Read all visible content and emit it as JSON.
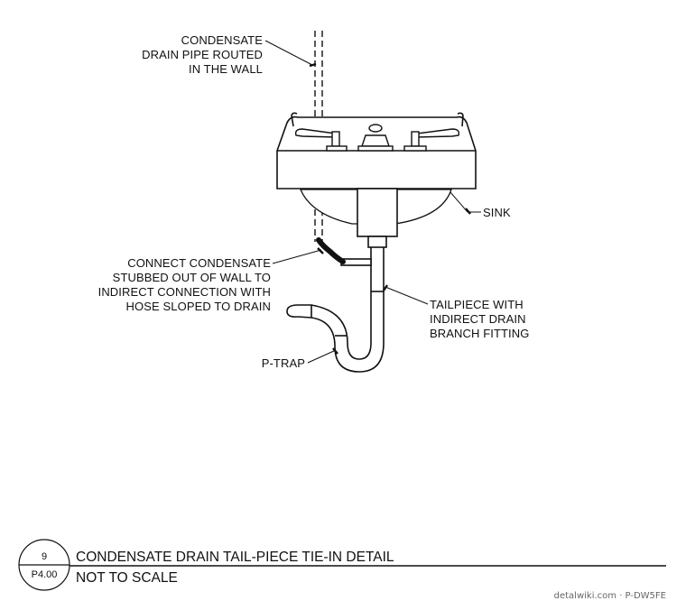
{
  "labels": {
    "condensate_pipe": [
      "CONDENSATE",
      "DRAIN PIPE ROUTED",
      "IN THE WALL"
    ],
    "sink": [
      "SINK"
    ],
    "connect": [
      "CONNECT CONDENSATE",
      "STUBBED OUT OF WALL TO",
      "INDIRECT CONNECTION WITH",
      "HOSE SLOPED TO DRAIN"
    ],
    "tailpiece": [
      "TAILPIECE WITH",
      "INDIRECT DRAIN",
      "BRANCH FITTING"
    ],
    "ptrap": [
      "P-TRAP"
    ]
  },
  "title_block": {
    "detail_number": "9",
    "sheet": "P4.00",
    "title": "CONDENSATE DRAIN TAIL-PIECE  TIE-IN DETAIL",
    "scale": "NOT TO SCALE"
  },
  "watermark": "detalwiki.com · P-DW5FE"
}
